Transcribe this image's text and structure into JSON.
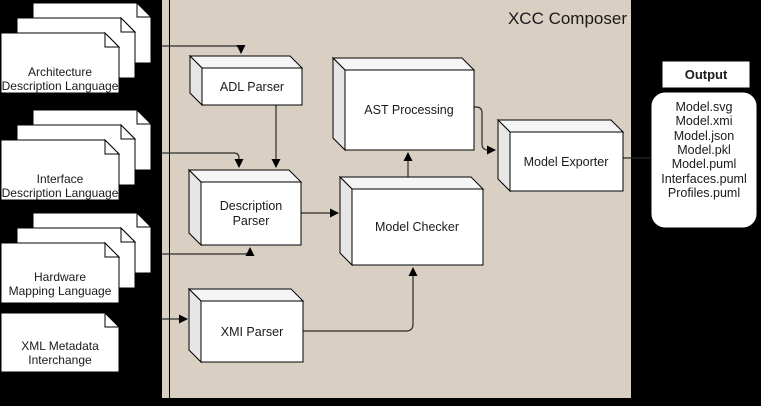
{
  "title": "XCC Composer",
  "colors": {
    "canvas": "#000000",
    "container": "#d9cfc3",
    "title_text": "#ffffff",
    "muted_text": "#8f8f8f"
  },
  "documents": [
    {
      "line1": "Architecture",
      "line2": "Description Language"
    },
    {
      "line1": "Interface",
      "line2": "Description Language"
    },
    {
      "line1": "Hardware",
      "line2": "Mapping Language"
    },
    {
      "line1": "XML Metadata",
      "line2": "Interchange"
    }
  ],
  "nodes": {
    "adl_parser": {
      "label": "ADL Parser"
    },
    "description_parser": {
      "line1": "Description",
      "line2": "Parser"
    },
    "xmi_parser": {
      "label": "XMI Parser"
    },
    "ast_processing": {
      "label": "AST Processing"
    },
    "model_checker": {
      "label": "Model Checker"
    },
    "model_exporter": {
      "label": "Model Exporter"
    }
  },
  "output": {
    "header": "Output",
    "files": [
      "Model.svg",
      "Model.xmi",
      "Model.json",
      "Model.pkl",
      "Model.puml",
      "Interfaces.puml",
      "Profiles.puml"
    ]
  }
}
